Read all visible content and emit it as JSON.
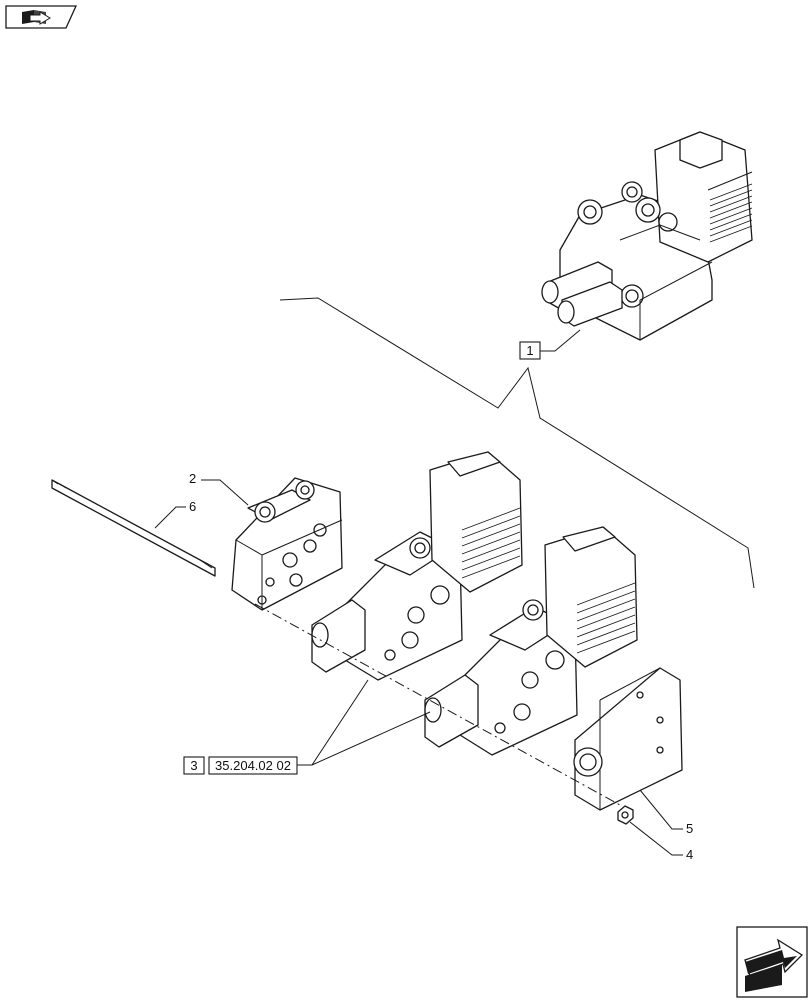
{
  "nav": {
    "top_icon": "book-arrow-icon",
    "bottom_icon": "next-page-arrow-icon"
  },
  "callouts": {
    "item_1": "1",
    "item_2": "2",
    "item_3_box": "3",
    "item_3_ref": "35.204.02 02",
    "item_4": "4",
    "item_5": "5",
    "item_6": "6"
  }
}
